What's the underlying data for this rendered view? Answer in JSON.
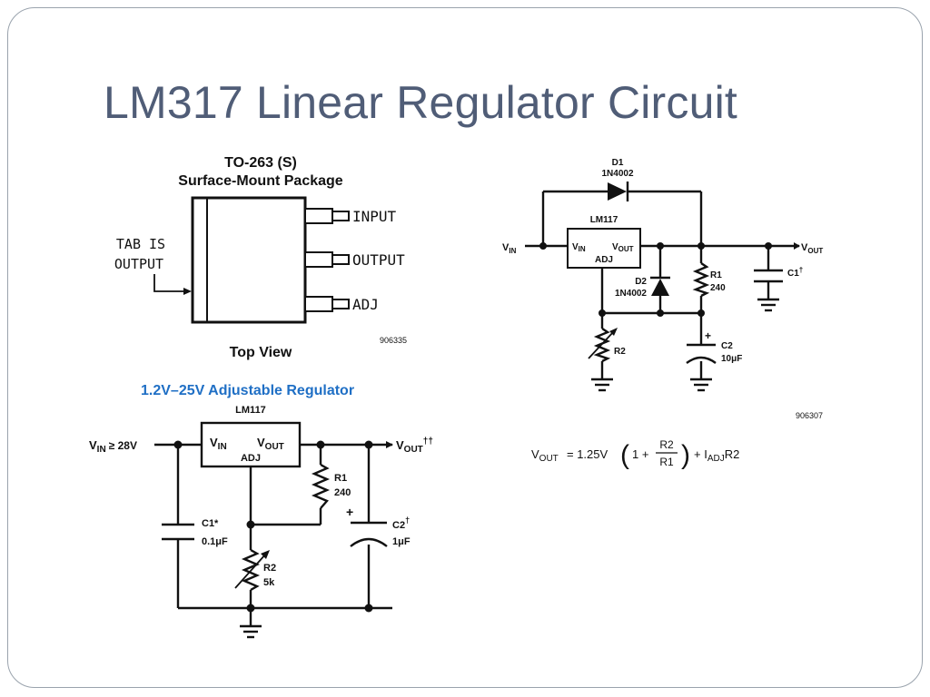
{
  "slide": {
    "title": "LM317 Linear Regulator Circuit"
  },
  "package": {
    "name": "TO-263 (S)",
    "subtitle": "Surface-Mount Package",
    "pins": [
      "INPUT",
      "OUTPUT",
      "ADJ"
    ],
    "tab_note_line1": "TAB IS",
    "tab_note_line2": "OUTPUT",
    "view_label": "Top View",
    "figure_id": "906335"
  },
  "adjustable_circuit": {
    "heading": "1.2V–25V Adjustable Regulator",
    "ic_name": "LM117",
    "vin_pin": "V",
    "vin_pin_sub": "IN",
    "vout_pin": "V",
    "vout_pin_sub": "OUT",
    "adj_pin": "ADJ",
    "input_label": "V",
    "input_label_sub": "IN",
    "input_condition": "≥ 28V",
    "output_label": "V",
    "output_label_sub": "OUT",
    "output_mark": "††",
    "r1_name": "R1",
    "r1_value": "240",
    "r2_name": "R2",
    "r2_value": "5k",
    "c1_name": "C1*",
    "c1_value": "0.1μF",
    "c2_name": "C2",
    "c2_mark": "†",
    "c2_value": "1μF",
    "c2_polarity": "+"
  },
  "protected_circuit": {
    "d1_name": "D1",
    "d1_part": "1N4002",
    "ic_name": "LM117",
    "vin_pin": "V",
    "vin_pin_sub": "IN",
    "vout_pin": "V",
    "vout_pin_sub": "OUT",
    "adj_pin": "ADJ",
    "input_label": "V",
    "input_label_sub": "IN",
    "output_label": "V",
    "output_label_sub": "OUT",
    "d2_name": "D2",
    "d2_part": "1N4002",
    "r1_name": "R1",
    "r1_value": "240",
    "c1_name": "C1",
    "c1_mark": "†",
    "c2_name": "C2",
    "c2_value": "10μF",
    "c2_polarity": "+",
    "r2_name": "R2",
    "figure_id": "906307"
  },
  "formula": {
    "lhs": "V",
    "lhs_sub": "OUT",
    "equals": "= 1.25V",
    "paren_inner_prefix": "1 +",
    "numerator": "R2",
    "denominator": "R1",
    "tail_prefix": "+ I",
    "tail_sub": "ADJ",
    "tail_suffix": "R2"
  }
}
